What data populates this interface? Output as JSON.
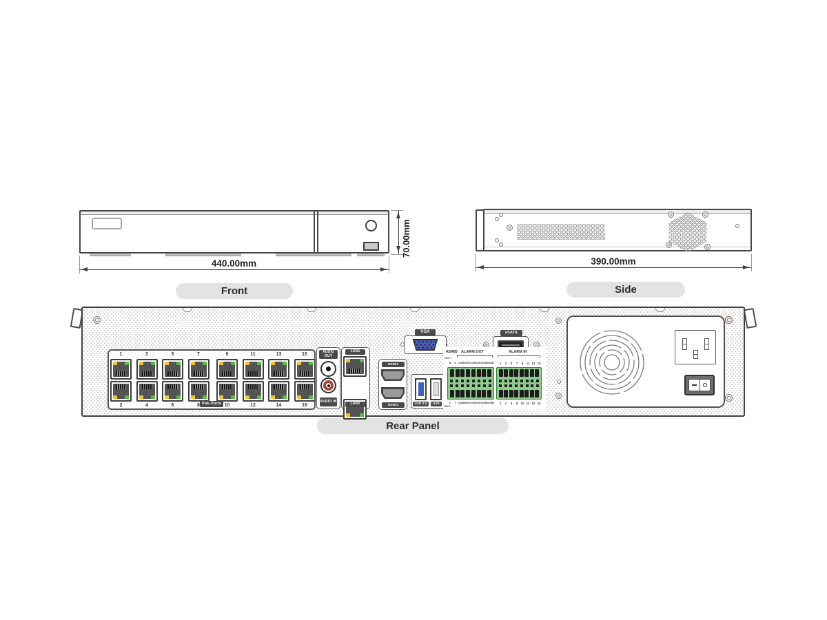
{
  "front": {
    "label": "Front",
    "width_dim": "440.00mm",
    "height_dim": "70.00mm"
  },
  "side": {
    "label": "Side",
    "width_dim": "390.00mm"
  },
  "rear": {
    "label": "Rear Panel",
    "poe": {
      "badge": "PoE Ports",
      "top_numbers": [
        "1",
        "3",
        "5",
        "7",
        "9",
        "11",
        "13",
        "15"
      ],
      "bottom_numbers": [
        "2",
        "4",
        "6",
        "8",
        "10",
        "12",
        "14",
        "16"
      ]
    },
    "audio": {
      "out_label": "AUDIO OUT",
      "in_label": "AUDIO IN"
    },
    "lan": {
      "lan1": "LAN1",
      "lan2": "LAN2"
    },
    "video": {
      "vga": "VGA",
      "hdmi1": "HDMI1",
      "hdmi2": "HDMI2"
    },
    "usb": {
      "usb3": "USB 3.0",
      "usb2": "USB"
    },
    "esata": "eSATA",
    "alarm": {
      "rs485": "RS485",
      "out": "ALARM OUT",
      "in": "ALARM IN",
      "out_top_pins": [
        "B",
        "A",
        "COM1",
        "NO1",
        "COM2",
        "NO2",
        "GND",
        "GND"
      ],
      "out_bottom_pins": [
        "Z",
        "Y",
        "COM3",
        "NO3",
        "COM4",
        "NO4",
        "GND",
        "GND"
      ],
      "in_top_pins": [
        "1",
        "3",
        "5",
        "7",
        "9",
        "11",
        "13",
        "15"
      ],
      "in_bottom_pins": [
        "2",
        "4",
        "6",
        "8",
        "10",
        "12",
        "14",
        "16"
      ],
      "aux_top": "+12V+",
      "aux_bottom": "+P12+"
    }
  },
  "colors": {
    "led_yellow": "#f2c12e",
    "led_green": "#57b947",
    "vga_blue": "#4a5cae",
    "usb3_blue": "#3b62c0",
    "rca_red": "#a5463c",
    "terminal_green": "#8fca8d",
    "pill_bg": "#e3e3e3",
    "line": "#404040"
  }
}
